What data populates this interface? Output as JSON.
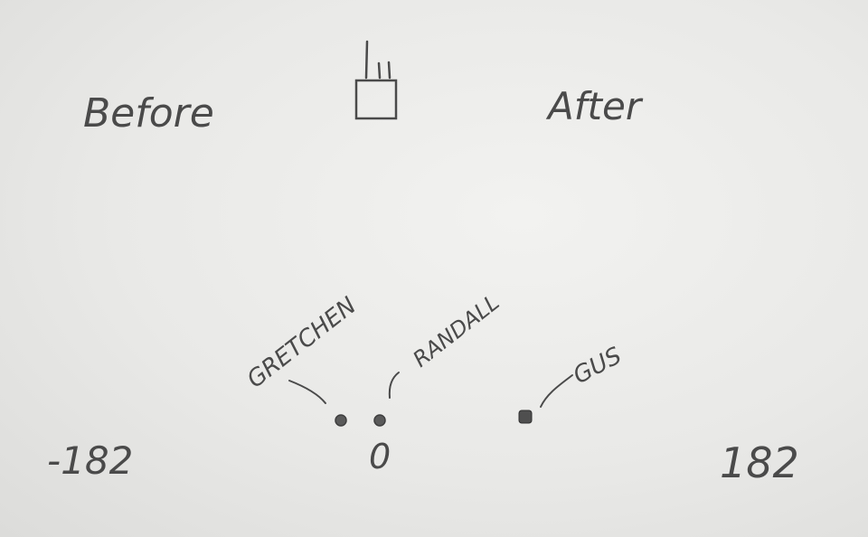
{
  "labels": {
    "before": "Before",
    "after": "After",
    "left_value": "-182",
    "right_value": "182",
    "zero": "0"
  },
  "points": [
    {
      "name": "GRETCHEN"
    },
    {
      "name": "RANDALL"
    },
    {
      "name": "GUS"
    }
  ],
  "icons": {
    "top_center": "birthday-cake-icon"
  },
  "colors": {
    "pencil": "#4a4a4a",
    "paper": "#ececea"
  }
}
